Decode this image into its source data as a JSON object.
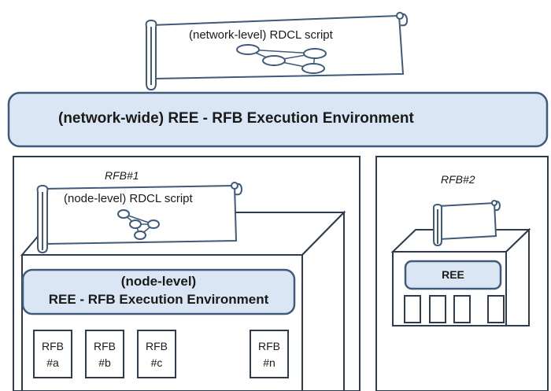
{
  "network_script": {
    "label": "(network-level) RDCL script"
  },
  "network_ree": {
    "label": "(network-wide) REE - RFB Execution Environment"
  },
  "rfb1": {
    "title": "RFB#1",
    "script_label": "(node-level) RDCL script",
    "ree_line1": "(node-level)",
    "ree_line2": "REE - RFB Execution Environment",
    "sub_rfbs": [
      {
        "line1": "RFB",
        "line2": "#a"
      },
      {
        "line1": "RFB",
        "line2": "#b"
      },
      {
        "line1": "RFB",
        "line2": "#c"
      },
      {
        "line1": "RFB",
        "line2": "#n"
      }
    ]
  },
  "rfb2": {
    "title": "RFB#2",
    "ree_label": "REE"
  },
  "colors": {
    "blue_fill": "#dbe6f4",
    "stroke": "#3f5a7a",
    "stroke_dark": "#2e3b4e"
  }
}
